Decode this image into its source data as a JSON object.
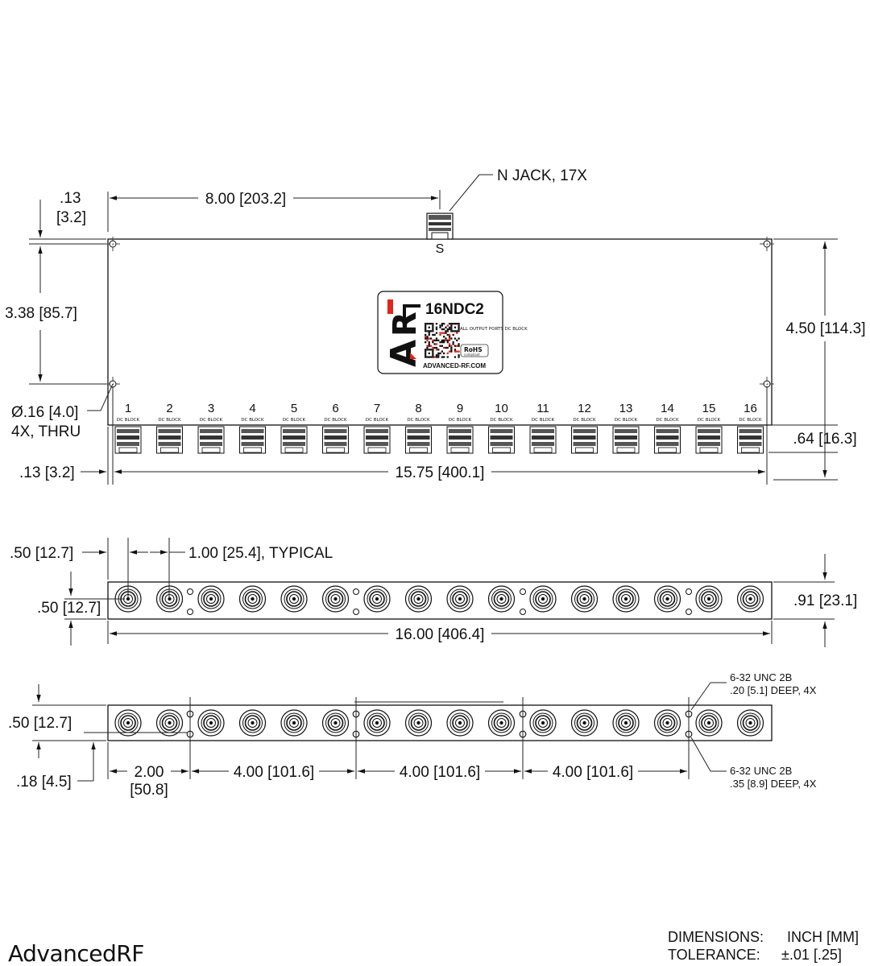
{
  "product": {
    "model": "16NDC2",
    "note": "ALL OUTPUT PORTS DC BLOCK",
    "rohs": "RoHS",
    "rohs_sub": "compliant",
    "website": "ADVANCED-RF.COM",
    "common_port_label": "S"
  },
  "ports": {
    "numbers": [
      "1",
      "2",
      "3",
      "4",
      "5",
      "6",
      "7",
      "8",
      "9",
      "10",
      "11",
      "12",
      "13",
      "14",
      "15",
      "16"
    ],
    "sublabel": "DC BLOCK"
  },
  "top_view": {
    "n_jack": "N JACK, 17X",
    "dim_hole_top_a": ".13",
    "dim_hole_top_b": "[3.2]",
    "dim_common_offset": "8.00 [203.2]",
    "dim_hole_spacing_v": "3.38 [85.7]",
    "dim_height": "4.50 [114.3]",
    "dim_hole_dia": "Ø.16 [4.0]",
    "dim_hole_qty": "4X, THRU",
    "dim_connector_len": ".64 [16.3]",
    "dim_hole_side": ".13 [3.2]",
    "dim_hole_spacing_h": "15.75 [400.1]"
  },
  "front_view": {
    "dim_edge": ".50 [12.7]",
    "dim_pitch": "1.00 [25.4], TYPICAL",
    "dim_center_height": ".50 [12.7]",
    "dim_depth": ".91 [23.1]",
    "dim_length": "16.00 [406.4]"
  },
  "bottom_view": {
    "dim_center_height": ".50 [12.7]",
    "dim_tap_offset": ".18 [4.5]",
    "dim_first_a": "2.00",
    "dim_first_b": "[50.8]",
    "dim_spacing_1": "4.00 [101.6]",
    "dim_spacing_2": "4.00 [101.6]",
    "dim_spacing_3": "4.00 [101.6]",
    "tap_top_line1": "6-32 UNC 2B",
    "tap_top_line2": ".20 [5.1] DEEP, 4X",
    "tap_bottom_line1": "6-32 UNC 2B",
    "tap_bottom_line2": ".35 [8.9] DEEP, 4X"
  },
  "footer": {
    "brand": "AdvancedRF",
    "dimensions_label": "DIMENSIONS:",
    "dimensions_value": "INCH [MM]",
    "tolerance_label": "TOLERANCE:",
    "tolerance_value": "±.01 [.25]"
  },
  "colors": {
    "brand_red": "#e1251b",
    "line": "#111111"
  }
}
